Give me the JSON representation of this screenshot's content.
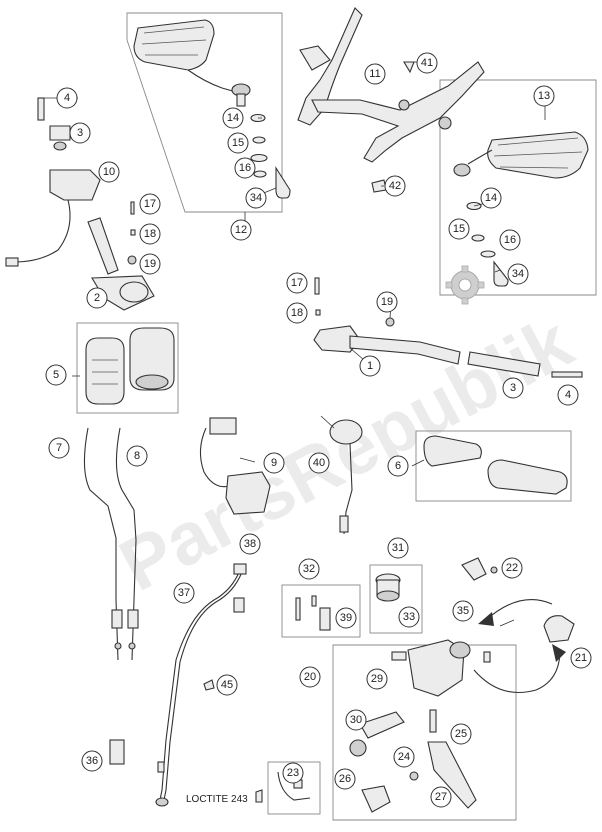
{
  "watermark": {
    "text": "PartsRepublik"
  },
  "note": {
    "loctite": "LOCTITE 243"
  },
  "callouts": [
    "1",
    "2",
    "3",
    "3",
    "4",
    "4",
    "5",
    "6",
    "7",
    "8",
    "9",
    "10",
    "11",
    "12",
    "13",
    "14",
    "14",
    "15",
    "15",
    "16",
    "16",
    "17",
    "17",
    "18",
    "18",
    "19",
    "19",
    "20",
    "21",
    "22",
    "23",
    "24",
    "25",
    "26",
    "27",
    "29",
    "30",
    "31",
    "32",
    "33",
    "34",
    "34",
    "35",
    "36",
    "37",
    "38",
    "39",
    "40",
    "41",
    "42",
    "45"
  ],
  "icons": {
    "gear": "gear-icon",
    "arrow": "rotation-arrow-icon"
  }
}
